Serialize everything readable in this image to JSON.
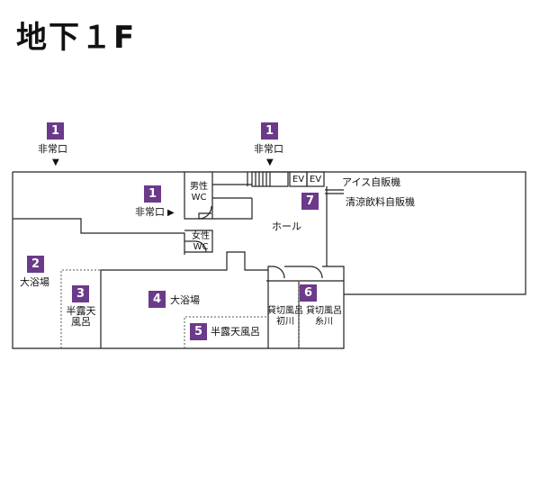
{
  "floor_title": "地下１F",
  "emergency_exits": [
    {
      "number": "1",
      "label": "非常口",
      "arrow": "▼"
    },
    {
      "number": "1",
      "label": "非常口",
      "arrow": "▼"
    },
    {
      "number": "1",
      "label": "非常口",
      "arrow": "▶"
    }
  ],
  "rooms": {
    "mens_wc": {
      "line1": "男性",
      "line2": "WC"
    },
    "womens_wc": {
      "line1": "女性",
      "line2": "WC"
    },
    "ev1": "EV",
    "ev2": "EV",
    "hall": "ホール",
    "ice_vending": "アイス自販機",
    "drink_vending": "清涼飲料自販機"
  },
  "areas": [
    {
      "number": "2",
      "label": "大浴場"
    },
    {
      "number": "3",
      "line1": "半露天",
      "line2": "風呂"
    },
    {
      "number": "4",
      "label": "大浴場"
    },
    {
      "number": "5",
      "label": "半露天風呂"
    },
    {
      "number": "6",
      "left_line1": "貸切風呂",
      "left_line2": "初川",
      "right_line1": "貸切風呂",
      "right_line2": "糸川"
    },
    {
      "number": "7"
    }
  ],
  "colors": {
    "badge": "#6b3a8a",
    "wall": "#222222"
  }
}
